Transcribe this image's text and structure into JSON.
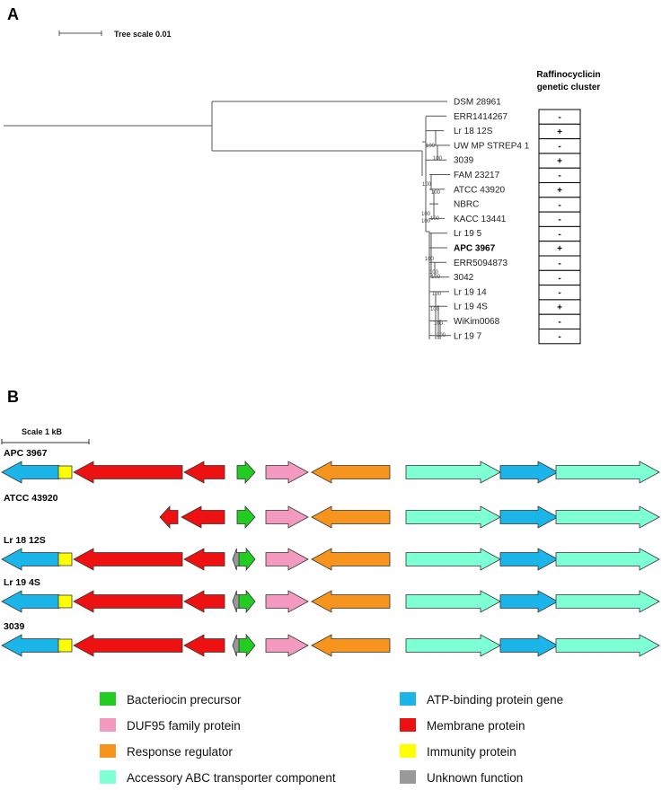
{
  "panelA": {
    "letter": "A",
    "scale_label": "Tree scale 0.01",
    "cluster_header": [
      "Raffinocyclicin",
      "genetic cluster"
    ],
    "taxa": [
      {
        "name": "DSM 28961",
        "cluster": "",
        "bold": false
      },
      {
        "name": "ERR1414267",
        "cluster": "-",
        "bold": false
      },
      {
        "name": "Lr 18 12S",
        "cluster": "+",
        "bold": false
      },
      {
        "name": "UW MP STREP4 1",
        "cluster": "-",
        "bold": false
      },
      {
        "name": "3039",
        "cluster": "+",
        "bold": false
      },
      {
        "name": "FAM 23217",
        "cluster": "-",
        "bold": false
      },
      {
        "name": "ATCC 43920",
        "cluster": "+",
        "bold": false
      },
      {
        "name": "NBRC",
        "cluster": "-",
        "bold": false
      },
      {
        "name": "KACC 13441",
        "cluster": "-",
        "bold": false
      },
      {
        "name": "Lr 19 5",
        "cluster": "-",
        "bold": false
      },
      {
        "name": "APC 3967",
        "cluster": "+",
        "bold": true
      },
      {
        "name": "ERR5094873",
        "cluster": "-",
        "bold": false
      },
      {
        "name": "3042",
        "cluster": "-",
        "bold": false
      },
      {
        "name": "Lr 19 14",
        "cluster": "-",
        "bold": false
      },
      {
        "name": "Lr 19 4S",
        "cluster": "+",
        "bold": false
      },
      {
        "name": "WiKim0068",
        "cluster": "-",
        "bold": false
      },
      {
        "name": "Lr 19 7",
        "cluster": "-",
        "bold": false
      }
    ],
    "bootstrap_labels": [
      "100",
      "100",
      "100",
      "100",
      "100",
      "100",
      "100",
      "100",
      "100",
      "100",
      "100",
      "100",
      "100",
      "100"
    ]
  },
  "panelB": {
    "letter": "B",
    "scale_label": "Scale 1 kB",
    "strains": [
      "APC 3967",
      "ATCC 43920",
      "Lr 18 12S",
      "Lr 19 4S",
      "3039"
    ],
    "colors": {
      "bacteriocin": "#22cc22",
      "duf95": "#f49ac1",
      "response": "#f7941d",
      "accessory": "#7fffd4",
      "atp": "#1cb5ea",
      "membrane": "#ee1111",
      "immunity": "#ffff00",
      "unknown": "#999999"
    },
    "legend": [
      {
        "key": "bacteriocin",
        "label": "Bacteriocin precursor"
      },
      {
        "key": "duf95",
        "label": "DUF95  family protein"
      },
      {
        "key": "response",
        "label": "Response regulator"
      },
      {
        "key": "accessory",
        "label": "Accessory ABC transporter component"
      },
      {
        "key": "atp",
        "label": "ATP-binding protein gene"
      },
      {
        "key": "membrane",
        "label": "Membrane protein"
      },
      {
        "key": "immunity",
        "label": "Immunity protein"
      },
      {
        "key": "unknown",
        "label": "Unknown function"
      }
    ]
  }
}
